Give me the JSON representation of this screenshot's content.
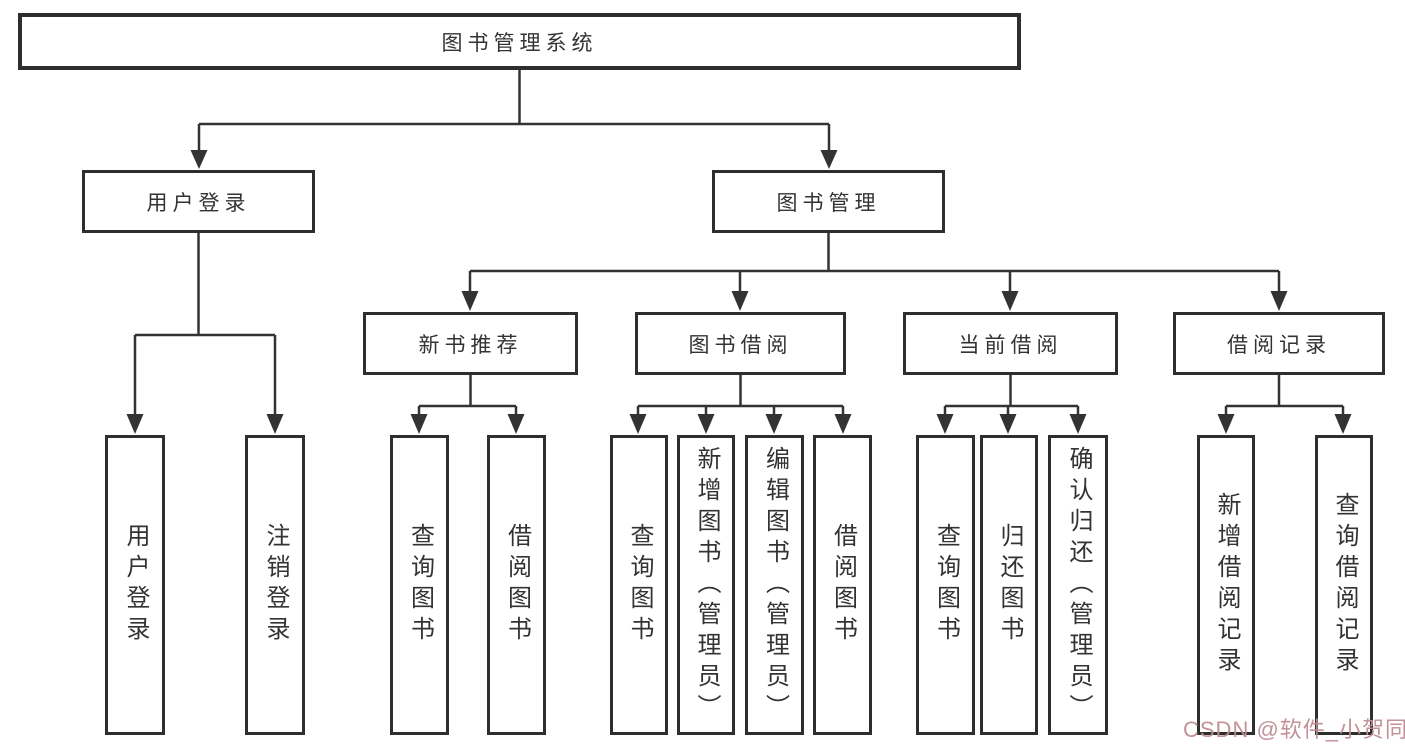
{
  "tree": {
    "label": "图书管理系统",
    "children": [
      {
        "label": "用户登录",
        "children": [
          {
            "label": "用户登录"
          },
          {
            "label": "注销登录"
          }
        ]
      },
      {
        "label": "图书管理",
        "children": [
          {
            "label": "新书推荐",
            "children": [
              {
                "label": "查询图书"
              },
              {
                "label": "借阅图书"
              }
            ]
          },
          {
            "label": "图书借阅",
            "children": [
              {
                "label": "查询图书"
              },
              {
                "label": "新增图书（管理员）"
              },
              {
                "label": "编辑图书（管理员）"
              },
              {
                "label": "借阅图书"
              }
            ]
          },
          {
            "label": "当前借阅",
            "children": [
              {
                "label": "查询图书"
              },
              {
                "label": "归还图书"
              },
              {
                "label": "确认归还（管理员）"
              }
            ]
          },
          {
            "label": "借阅记录",
            "children": [
              {
                "label": "新增借阅记录"
              },
              {
                "label": "查询借阅记录"
              }
            ]
          }
        ]
      }
    ]
  },
  "watermark": "CSDN @软件_小贺同学",
  "colors": {
    "line": "#333333",
    "border": "#2e2e2e",
    "text": "#333333",
    "watermark": "#be8c94"
  }
}
